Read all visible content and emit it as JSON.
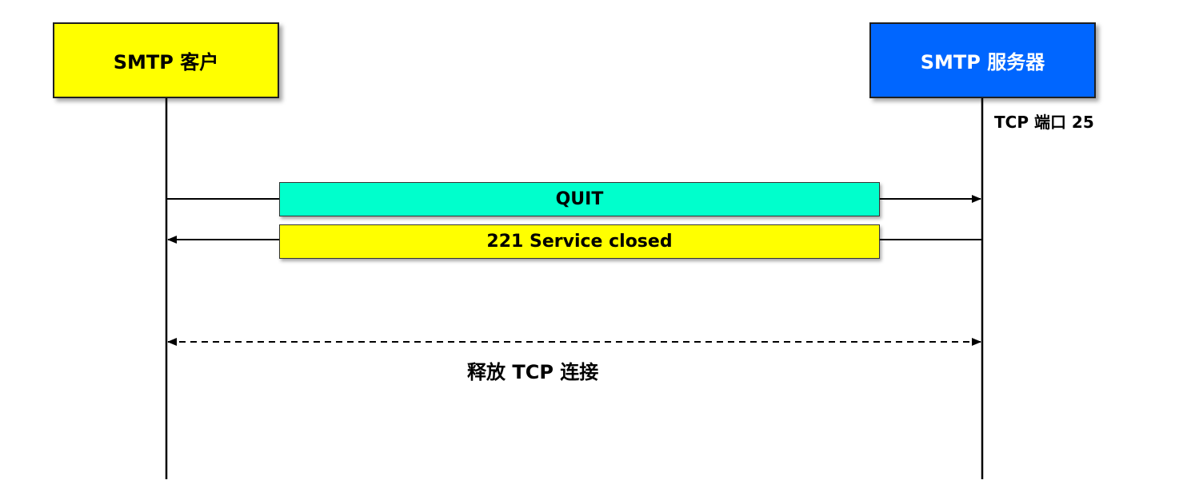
{
  "client": {
    "label": "SMTP 客户",
    "fill": "#ffff00"
  },
  "server": {
    "label": "SMTP 服务器",
    "fill": "#0066ff",
    "port_label": "TCP 端口 25"
  },
  "messages": [
    {
      "label": "QUIT",
      "direction": "client-to-server",
      "fill": "#00ffcc"
    },
    {
      "label": "221 Service closed",
      "direction": "server-to-client",
      "fill": "#ffff00"
    }
  ],
  "release": {
    "label": "释放 TCP 连接",
    "direction": "bidirectional",
    "style": "dashed"
  }
}
